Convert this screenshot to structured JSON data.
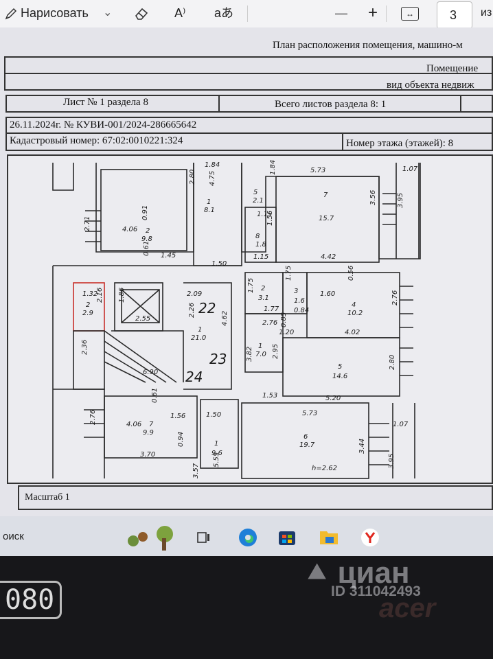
{
  "toolbar": {
    "draw_label": "Нарисовать",
    "dropdown_glyph": "⌄",
    "eraser_icon": "eraser-icon",
    "read_aloud_glyph": "A⁾",
    "translate_glyph": "аあ",
    "zoom_out_glyph": "—",
    "zoom_in_glyph": "+",
    "fit_glyph": "↔",
    "page_number": "3",
    "page_suffix": "из"
  },
  "document": {
    "header_title": "План расположения помещения, машино-м",
    "row_premises": "Помещение",
    "row_type": "вид объекта недвиж",
    "sheet_label": "Лист № 1 раздела 8",
    "total_sheets": "Всего листов раздела 8: 1",
    "date_number": "26.11.2024г. № КУВИ-001/2024-286665642",
    "cadastral": "Кадастровый номер: 67:02:0010221:324",
    "floor": "Номер этажа (этажей): 8",
    "scale": "Масштаб 1"
  },
  "plan_labels": [
    {
      "id": "d1",
      "text": "1.84"
    },
    {
      "id": "d2",
      "text": "5.73"
    },
    {
      "id": "d3",
      "text": "1.07"
    },
    {
      "id": "d4",
      "text": "2.80"
    },
    {
      "id": "d5",
      "text": "4.75"
    },
    {
      "id": "d6",
      "text": "1"
    },
    {
      "id": "d7",
      "text": "8.1"
    },
    {
      "id": "d8",
      "text": "5"
    },
    {
      "id": "d9",
      "text": "2.1"
    },
    {
      "id": "d10",
      "text": "1.84"
    },
    {
      "id": "d11",
      "text": "7"
    },
    {
      "id": "d12",
      "text": "15.7"
    },
    {
      "id": "d13",
      "text": "3.56"
    },
    {
      "id": "d14",
      "text": "3.95"
    },
    {
      "id": "d15",
      "text": "2.71"
    },
    {
      "id": "d16",
      "text": "4.06"
    },
    {
      "id": "d17",
      "text": "2"
    },
    {
      "id": "d18",
      "text": "9.8"
    },
    {
      "id": "d19",
      "text": "0.91"
    },
    {
      "id": "d20",
      "text": "1.15"
    },
    {
      "id": "d21",
      "text": "1.56"
    },
    {
      "id": "d22",
      "text": "8"
    },
    {
      "id": "d23",
      "text": "1.8"
    },
    {
      "id": "d24",
      "text": "1.15"
    },
    {
      "id": "d25",
      "text": "4.42"
    },
    {
      "id": "d26",
      "text": "0.61"
    },
    {
      "id": "d27",
      "text": "1.45"
    },
    {
      "id": "d28",
      "text": "1.50"
    },
    {
      "id": "d29",
      "text": "1.32"
    },
    {
      "id": "d30",
      "text": "2"
    },
    {
      "id": "d31",
      "text": "2.9"
    },
    {
      "id": "d32",
      "text": "2.16"
    },
    {
      "id": "d33",
      "text": "1.86"
    },
    {
      "id": "d34",
      "text": "2.55"
    },
    {
      "id": "d35",
      "text": "2.09"
    },
    {
      "id": "d36",
      "text": "22"
    },
    {
      "id": "d37",
      "text": "2.26"
    },
    {
      "id": "d38",
      "text": "1"
    },
    {
      "id": "d39",
      "text": "21.0"
    },
    {
      "id": "d40",
      "text": "4.62"
    },
    {
      "id": "d41",
      "text": "1.75"
    },
    {
      "id": "d42",
      "text": "2"
    },
    {
      "id": "d43",
      "text": "3.1"
    },
    {
      "id": "d44",
      "text": "1.75"
    },
    {
      "id": "d45",
      "text": "3"
    },
    {
      "id": "d46",
      "text": "1.6"
    },
    {
      "id": "d47",
      "text": "1.60"
    },
    {
      "id": "d48",
      "text": "0.56"
    },
    {
      "id": "d49",
      "text": "4"
    },
    {
      "id": "d50",
      "text": "10.2"
    },
    {
      "id": "d51",
      "text": "2.76"
    },
    {
      "id": "d52",
      "text": "1.77"
    },
    {
      "id": "d53",
      "text": "0.84"
    },
    {
      "id": "d54",
      "text": "2.76"
    },
    {
      "id": "d55",
      "text": "0.85"
    },
    {
      "id": "d56",
      "text": "1.20"
    },
    {
      "id": "d57",
      "text": "4.02"
    },
    {
      "id": "d58",
      "text": "2.36"
    },
    {
      "id": "d59",
      "text": "23"
    },
    {
      "id": "d60",
      "text": "1"
    },
    {
      "id": "d61",
      "text": "7.0"
    },
    {
      "id": "d62",
      "text": "3.82"
    },
    {
      "id": "d63",
      "text": "2.95"
    },
    {
      "id": "d64",
      "text": "5"
    },
    {
      "id": "d65",
      "text": "14.6"
    },
    {
      "id": "d66",
      "text": "2.80"
    },
    {
      "id": "d67",
      "text": "6.90"
    },
    {
      "id": "d68",
      "text": "24"
    },
    {
      "id": "d69",
      "text": "1.53"
    },
    {
      "id": "d70",
      "text": "5.20"
    },
    {
      "id": "d71",
      "text": "0.61"
    },
    {
      "id": "d72",
      "text": "2.76"
    },
    {
      "id": "d73",
      "text": "4.06"
    },
    {
      "id": "d74",
      "text": "7"
    },
    {
      "id": "d75",
      "text": "9.9"
    },
    {
      "id": "d76",
      "text": "1.56"
    },
    {
      "id": "d77",
      "text": "1.50"
    },
    {
      "id": "d78",
      "text": "5.73"
    },
    {
      "id": "d79",
      "text": "1.07"
    },
    {
      "id": "d80",
      "text": "6"
    },
    {
      "id": "d81",
      "text": "19.7"
    },
    {
      "id": "d82",
      "text": "0.94"
    },
    {
      "id": "d83",
      "text": "3.70"
    },
    {
      "id": "d84",
      "text": "1"
    },
    {
      "id": "d85",
      "text": "9.6"
    },
    {
      "id": "d86",
      "text": "3.44"
    },
    {
      "id": "d87",
      "text": "h=2.62"
    },
    {
      "id": "d88",
      "text": "3.95"
    },
    {
      "id": "d89",
      "text": "3.57"
    },
    {
      "id": "d90",
      "text": "5.55"
    }
  ],
  "taskbar": {
    "search_text": "оиск",
    "apps": [
      "task-view-icon",
      "edge-icon",
      "store-icon",
      "explorer-icon",
      "yandex-icon"
    ]
  },
  "bezel": {
    "resolution_badge": "080",
    "watermark_brand": "циан",
    "watermark_id": "ID 311042493",
    "laptop_brand": "acer"
  },
  "colors": {
    "accent_red": "#c8302a",
    "edge_blue": "#1f7fd8",
    "yandex_red": "#e0261e"
  }
}
